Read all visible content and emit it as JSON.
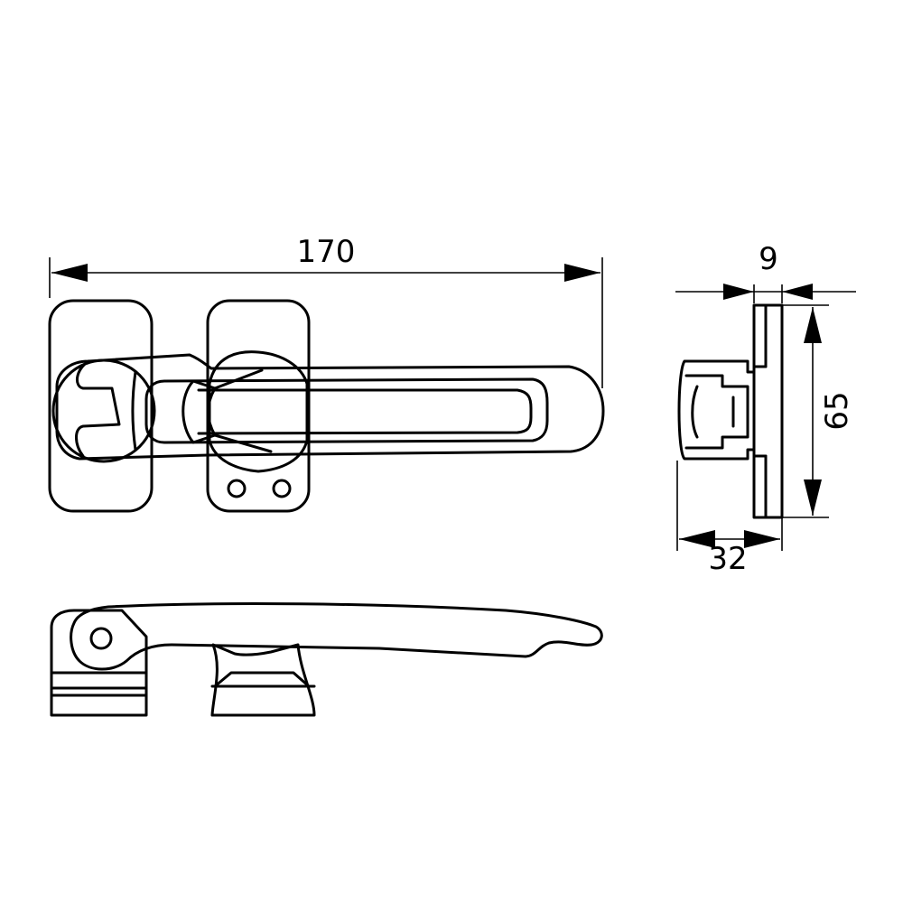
{
  "dimensions": {
    "overall_length": "170",
    "depth": "9",
    "height": "65",
    "projection": "32"
  }
}
